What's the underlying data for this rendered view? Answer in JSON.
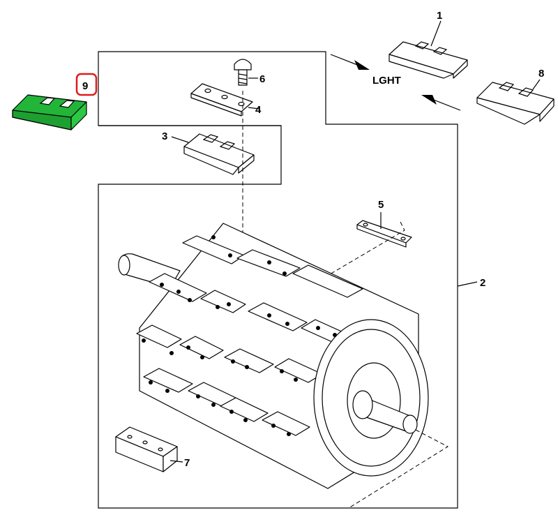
{
  "callouts": {
    "p1": "1",
    "p2": "2",
    "p3": "3",
    "p4": "4",
    "p5": "5",
    "p6": "6",
    "p7": "7",
    "p8": "8",
    "p9": "9"
  },
  "direction_label": "LGHT",
  "colors": {
    "highlight_part": "#22b53a",
    "highlight_ring": "#e01b1b"
  }
}
